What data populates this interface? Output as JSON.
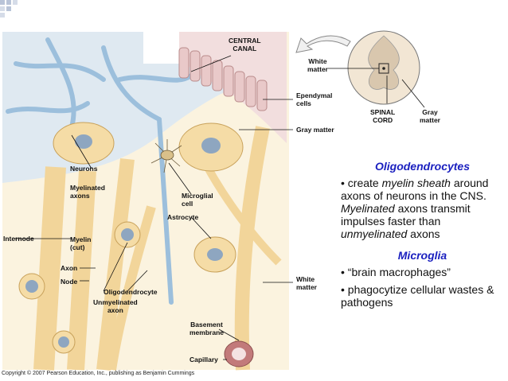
{
  "colors": {
    "heading": "#1a1fbf",
    "neuron": "#f2d59a",
    "astrocyte_blue": "#a9c8e0",
    "ependymal_pink": "#e8c6c6",
    "nucleus": "#8ea6c0"
  },
  "labels": {
    "central_canal_1": "CENTRAL",
    "central_canal_2": "CANAL",
    "white_matter_top_1": "White",
    "white_matter_top_2": "matter",
    "ependymal_1": "Ependymal",
    "ependymal_2": "cells",
    "spinal_cord_1": "SPINAL",
    "spinal_cord_2": "CORD",
    "gray_matter_1": "Gray",
    "gray_matter_2": "matter",
    "gray_matter_line": "Gray matter",
    "neurons": "Neurons",
    "myelinated_axons_1": "Myelinated",
    "myelinated_axons_2": "axons",
    "internode": "Internode",
    "myelin_cut_1": "Myelin",
    "myelin_cut_2": "(cut)",
    "axon": "Axon",
    "node": "Node",
    "oligodendrocyte": "Oligodendrocyte",
    "unmyelinated_1": "Unmyelinated",
    "unmyelinated_2": "axon",
    "microglial_1": "Microglial",
    "microglial_2": "cell",
    "astrocyte": "Astrocyte",
    "white_matter_bottom_1": "White",
    "white_matter_bottom_2": "matter",
    "basement_1": "Basement",
    "basement_2": "membrane",
    "capillary": "Capillary"
  },
  "copyright": "Copyright © 2007 Pearson Education, Inc., publishing as Benjamin Cummings",
  "panel": {
    "oligo_heading": "Oligodendrocytes",
    "bullet1_prefix": "• create ",
    "bullet1_em1": "myelin sheath",
    "bullet1_mid": " around axons of neurons in the CNS. ",
    "bullet1_em2": "Myelinated",
    "bullet1_mid2": " axons transmit impulses faster than ",
    "bullet1_em3": "unmyelinated",
    "bullet1_end": " axons",
    "microglia_heading": "Microglia",
    "bullet2": "• “brain macrophages”",
    "bullet3": "• phagocytize cellular wastes & pathogens"
  }
}
